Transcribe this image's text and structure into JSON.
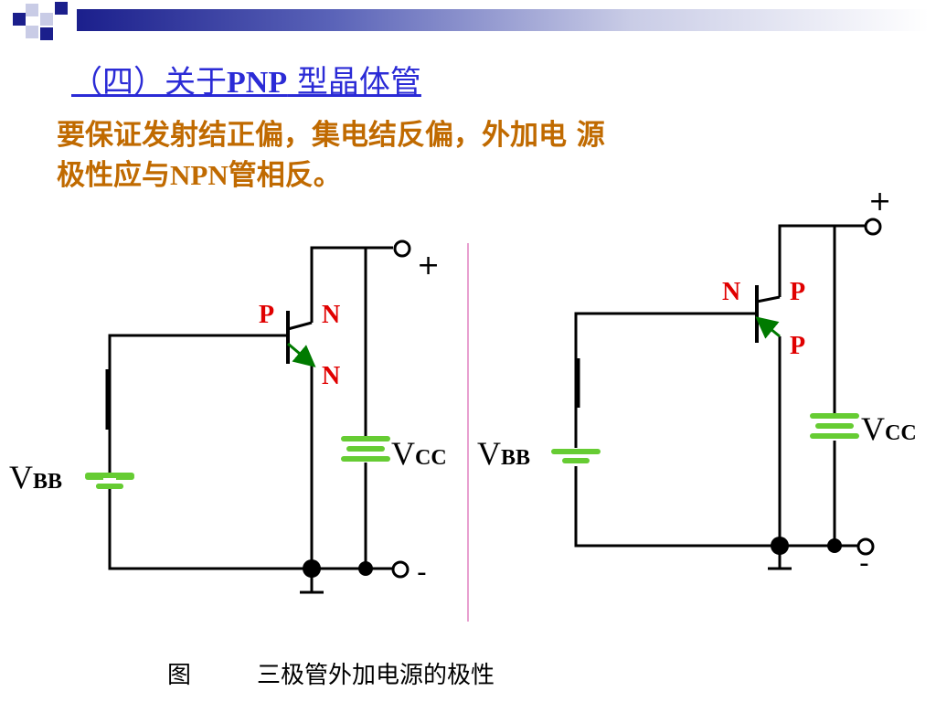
{
  "title": {
    "prefix": "（四）关于",
    "latin": "PNP",
    "suffix": " 型晶体管"
  },
  "description": {
    "line1": "要保证发射结正偏，集电结反偏，外加电 源",
    "line2_prefix": "极性应与",
    "line2_latin": "NPN",
    "line2_suffix": "管相反。"
  },
  "caption": {
    "figure": "图",
    "text": "三极管外加电源的极性"
  },
  "left_circuit": {
    "base_region": "P",
    "collector_region": "N",
    "emitter_region": "N",
    "vcc_label": "V",
    "vcc_sub": "CC",
    "vbb_label": "V",
    "vbb_sub": "BB",
    "plus": "+",
    "minus": "-"
  },
  "right_circuit": {
    "base_region": "N",
    "collector_region": "P",
    "emitter_region": "P",
    "vcc_label": "V",
    "vcc_sub": "CC",
    "vbb_label": "V",
    "vbb_sub": "BB",
    "plus": "+",
    "minus": "-"
  },
  "colors": {
    "title": "#2b2bd6",
    "body_text": "#c06a00",
    "semiconductor_label": "#e00000",
    "battery": "#66cc33",
    "arrow": "#007a00",
    "divider": "#e8a0d0"
  }
}
